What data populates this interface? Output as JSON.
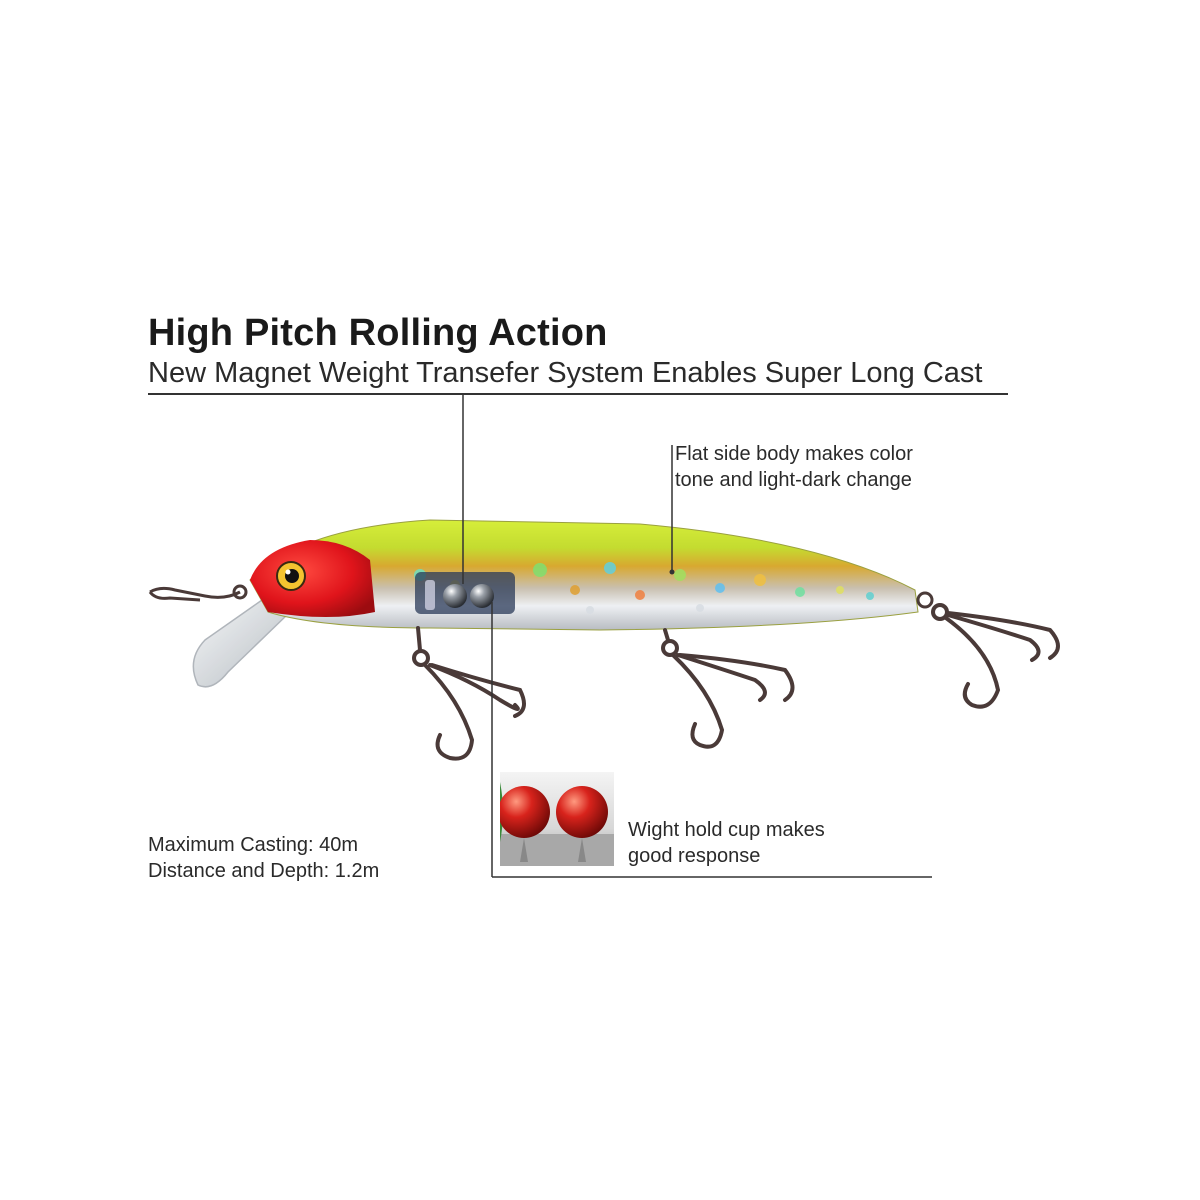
{
  "header": {
    "title": "High Pitch Rolling Action",
    "subtitle": "New Magnet Weight Transefer System Enables Super Long Cast"
  },
  "callouts": {
    "flat_side": {
      "line1": "Flat side body makes color",
      "line2": "tone and light-dark change"
    },
    "weight_cup": {
      "line1": "Wight hold cup makes",
      "line2": "good response"
    }
  },
  "specs": {
    "line1": "Maximum Casting: 40m",
    "line2": "Distance and Depth: 1.2m"
  },
  "colors": {
    "head": "#e0141b",
    "back": "#c8e52c",
    "belly": "#e8ecef",
    "hook": "#4a3a38",
    "ball": "#d8231c"
  },
  "icons": {
    "lure": "fishing-lure-illustration",
    "weights": "magnet-weight-balls",
    "inset": "weight-cup-closeup"
  }
}
